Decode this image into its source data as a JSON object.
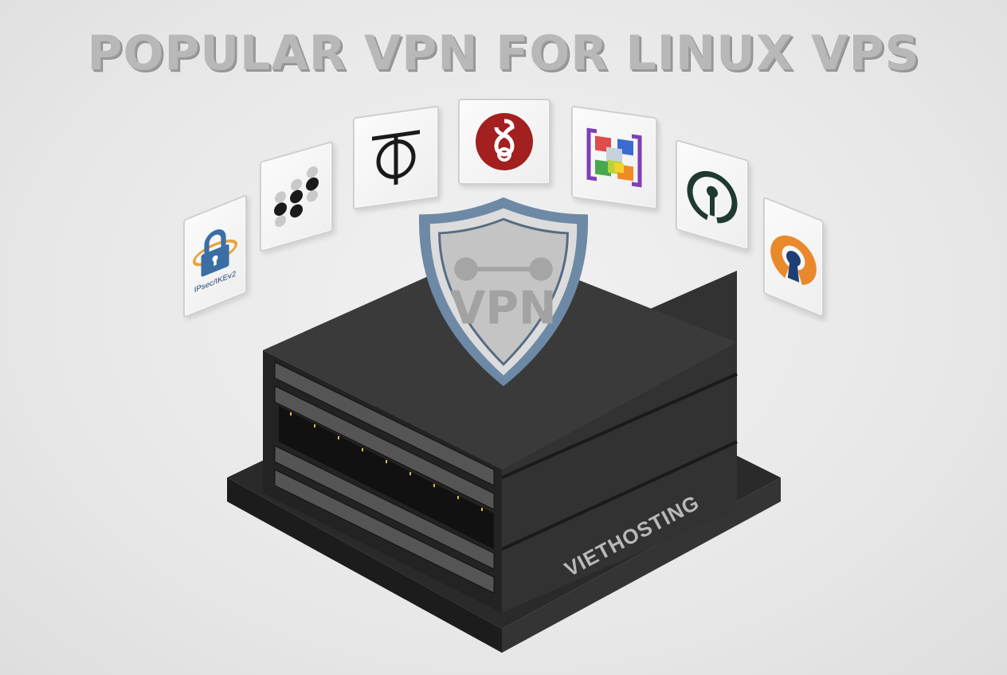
{
  "title": "POPULAR VPN FOR LINUX VPS",
  "vpn_icons": [
    {
      "name": "IPsec/IKEv2",
      "label": "IPsec/IKEv2",
      "icon": "padlock-icon"
    },
    {
      "name": "Tailscale",
      "icon": "dot-grid-icon"
    },
    {
      "name": "Outline",
      "icon": "phi-icon"
    },
    {
      "name": "WireGuard",
      "icon": "dragon-icon"
    },
    {
      "name": "SoftEther",
      "icon": "colored-squares-icon"
    },
    {
      "name": "OpenConnect",
      "icon": "power-ring-icon"
    },
    {
      "name": "OpenVPN",
      "icon": "keyhole-icon"
    }
  ],
  "shield": {
    "text": "VPN",
    "icon": "shield-icon"
  },
  "server": {
    "brand": "VIETHOSTING"
  },
  "colors": {
    "background": "#e8e8e8",
    "title": "#b8b8b8",
    "server": "#2d2d2d",
    "shield_border": "#6d89a6",
    "wireguard": "#a31f20",
    "openvpn_orange": "#e9892b",
    "openvpn_blue": "#1e3f73",
    "ipsec_blue": "#3a6ea5"
  }
}
